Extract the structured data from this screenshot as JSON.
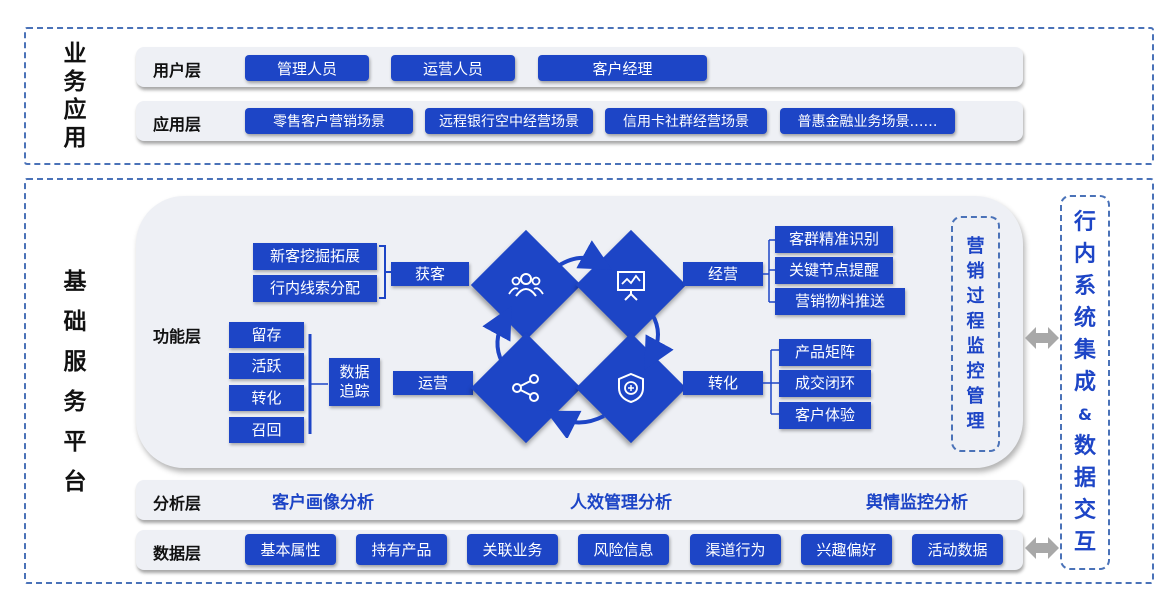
{
  "business": {
    "title_chars": [
      "业",
      "务",
      "应",
      "用"
    ],
    "user_layer": {
      "label": "用户层",
      "items": [
        "管理人员",
        "运营人员",
        "客户经理"
      ]
    },
    "app_layer": {
      "label": "应用层",
      "items": [
        "零售客户营销场景",
        "远程银行空中经营场景",
        "信用卡社群经营场景",
        "普惠金融业务场景……"
      ]
    }
  },
  "platform": {
    "title_chars": [
      "基",
      "础",
      "服",
      "务",
      "平",
      "台"
    ],
    "function_layer": {
      "label": "功能层",
      "acquire": {
        "sources": [
          "新客挖掘拓展",
          "行内线索分配"
        ],
        "label": "获客"
      },
      "operate": {
        "stages": [
          "留存",
          "活跃",
          "转化",
          "召回"
        ],
        "tracking": "数据追踪",
        "label": "运营"
      },
      "manage": {
        "label": "经营",
        "items": [
          "客群精准识别",
          "关键节点提醒",
          "营销物料推送"
        ]
      },
      "convert": {
        "label": "转化",
        "items": [
          "产品矩阵",
          "成交闭环",
          "客户体验"
        ]
      },
      "monitor_chars": [
        "营",
        "销",
        "过",
        "程",
        "监",
        "控",
        "管",
        "理"
      ],
      "icons": [
        "people-icon",
        "presentation-icon",
        "share-icon",
        "shield-exchange-icon"
      ]
    },
    "analysis_layer": {
      "label": "分析层",
      "items": [
        "客户画像分析",
        "人效管理分析",
        "舆情监控分析"
      ]
    },
    "data_layer": {
      "label": "数据层",
      "items": [
        "基本属性",
        "持有产品",
        "关联业务",
        "风险信息",
        "渠道行为",
        "兴趣偏好",
        "活动数据"
      ]
    }
  },
  "integration": {
    "title_chars": [
      "行",
      "内",
      "系",
      "统",
      "集",
      "成",
      "&",
      "数",
      "据",
      "交",
      "互"
    ]
  },
  "colors": {
    "accent": "#1d45c6",
    "dashed_border": "#4a72b8",
    "panel_bg": "#eef0f5",
    "arrow_gray": "#a8a8a8"
  }
}
